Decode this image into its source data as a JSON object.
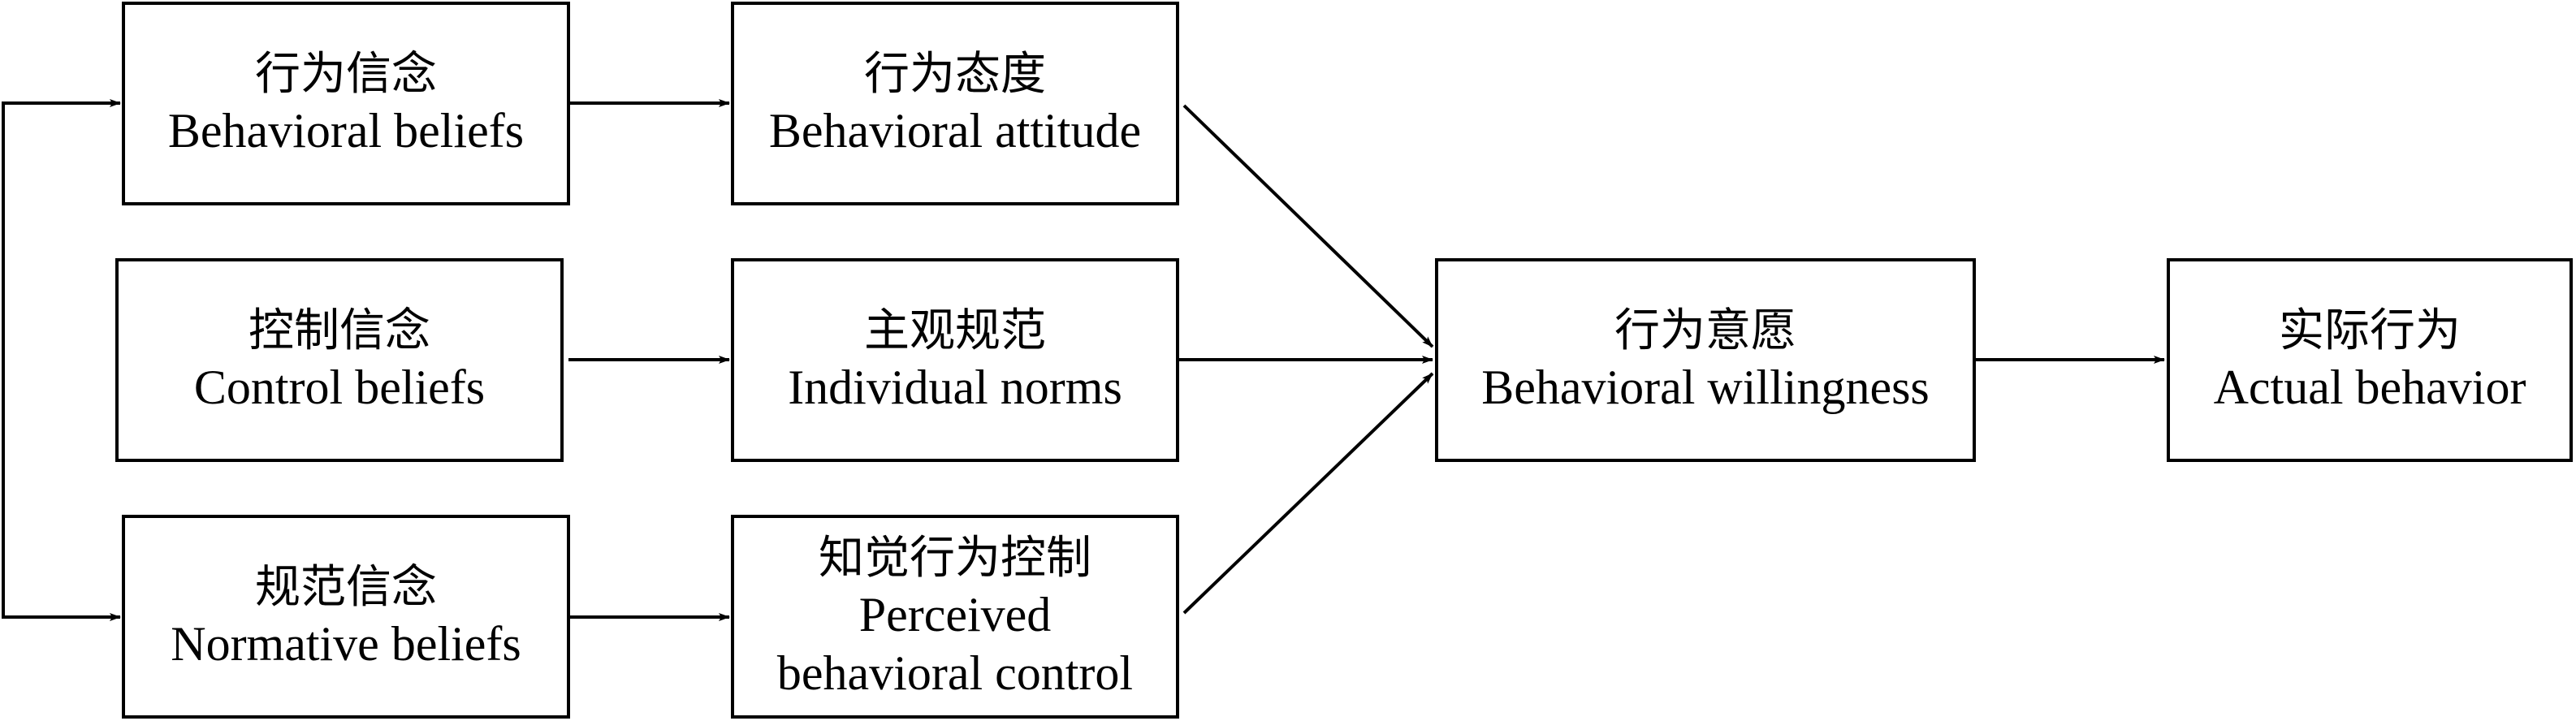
{
  "nodes": {
    "behavioral_beliefs": {
      "zh": "行为信念",
      "en": "Behavioral beliefs"
    },
    "behavioral_attitude": {
      "zh": "行为态度",
      "en": "Behavioral attitude"
    },
    "control_beliefs": {
      "zh": "控制信念",
      "en": "Control beliefs"
    },
    "individual_norms": {
      "zh": "主观规范",
      "en": "Individual norms"
    },
    "normative_beliefs": {
      "zh": "规范信念",
      "en": "Normative beliefs"
    },
    "perceived_control": {
      "zh": "知觉行为控制",
      "en_line1": "Perceived",
      "en_line2": "behavioral control"
    },
    "behavioral_willingness": {
      "zh": "行为意愿",
      "en": "Behavioral willingness"
    },
    "actual_behavior": {
      "zh": "实际行为",
      "en": "Actual behavior"
    }
  },
  "edges": [
    {
      "from": "behavioral_beliefs",
      "to": "behavioral_attitude"
    },
    {
      "from": "control_beliefs",
      "to": "individual_norms"
    },
    {
      "from": "normative_beliefs",
      "to": "perceived_control"
    },
    {
      "from": "behavioral_attitude",
      "to": "behavioral_willingness"
    },
    {
      "from": "individual_norms",
      "to": "behavioral_willingness"
    },
    {
      "from": "perceived_control",
      "to": "behavioral_willingness"
    },
    {
      "from": "behavioral_willingness",
      "to": "actual_behavior"
    },
    {
      "from": "left_bracket",
      "to": "behavioral_beliefs"
    },
    {
      "from": "left_bracket",
      "to": "normative_beliefs"
    }
  ]
}
